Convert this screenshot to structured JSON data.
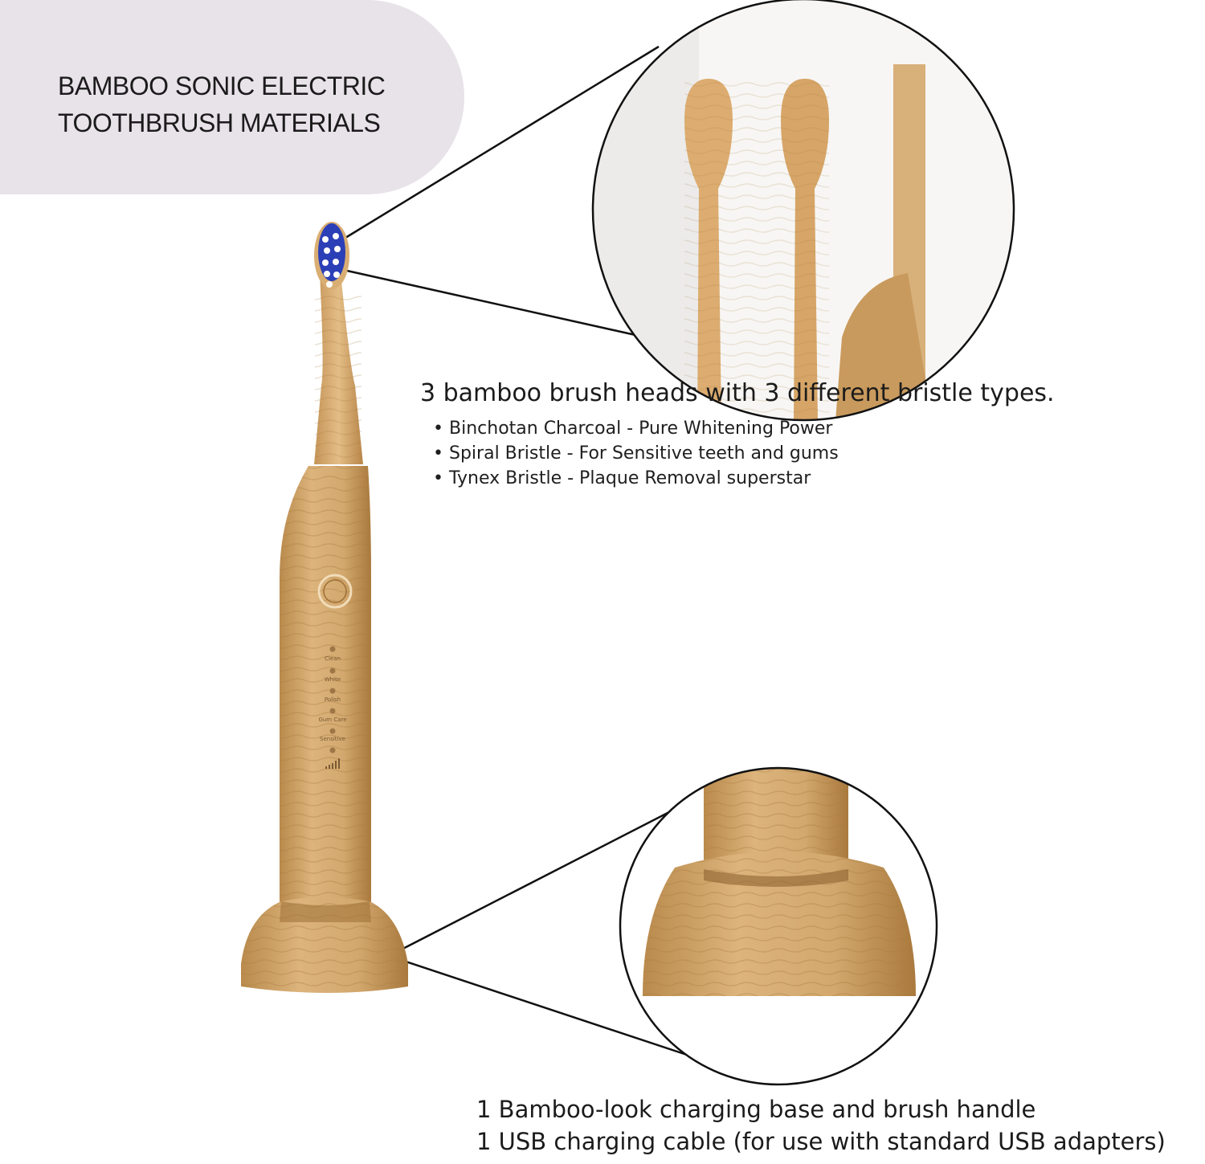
{
  "title": {
    "line1": "BAMBOO SONIC ELECTRIC",
    "line2": "TOOTHBRUSH MATERIALS"
  },
  "heads": {
    "heading": "3 bamboo brush heads with 3 different bristle types.",
    "bullets": [
      "Binchotan Charcoal - Pure Whitening Power",
      "Spiral Bristle - For Sensitive teeth and gums",
      "Tynex Bristle - Plaque Removal superstar"
    ],
    "bullet_glyph": "•"
  },
  "base": {
    "line1": "1 Bamboo-look charging base and brush handle",
    "line2": "1 USB charging cable (for use with standard USB adapters)"
  },
  "handle_modes": [
    "Clean",
    "White",
    "Polish",
    "Gum Care",
    "Sensitive"
  ],
  "colors": {
    "pill": "#e8e2e9",
    "bamboo": "#d2a76c",
    "bamboo_dark": "#b88848",
    "bristle_blue": "#2b3fb7"
  }
}
